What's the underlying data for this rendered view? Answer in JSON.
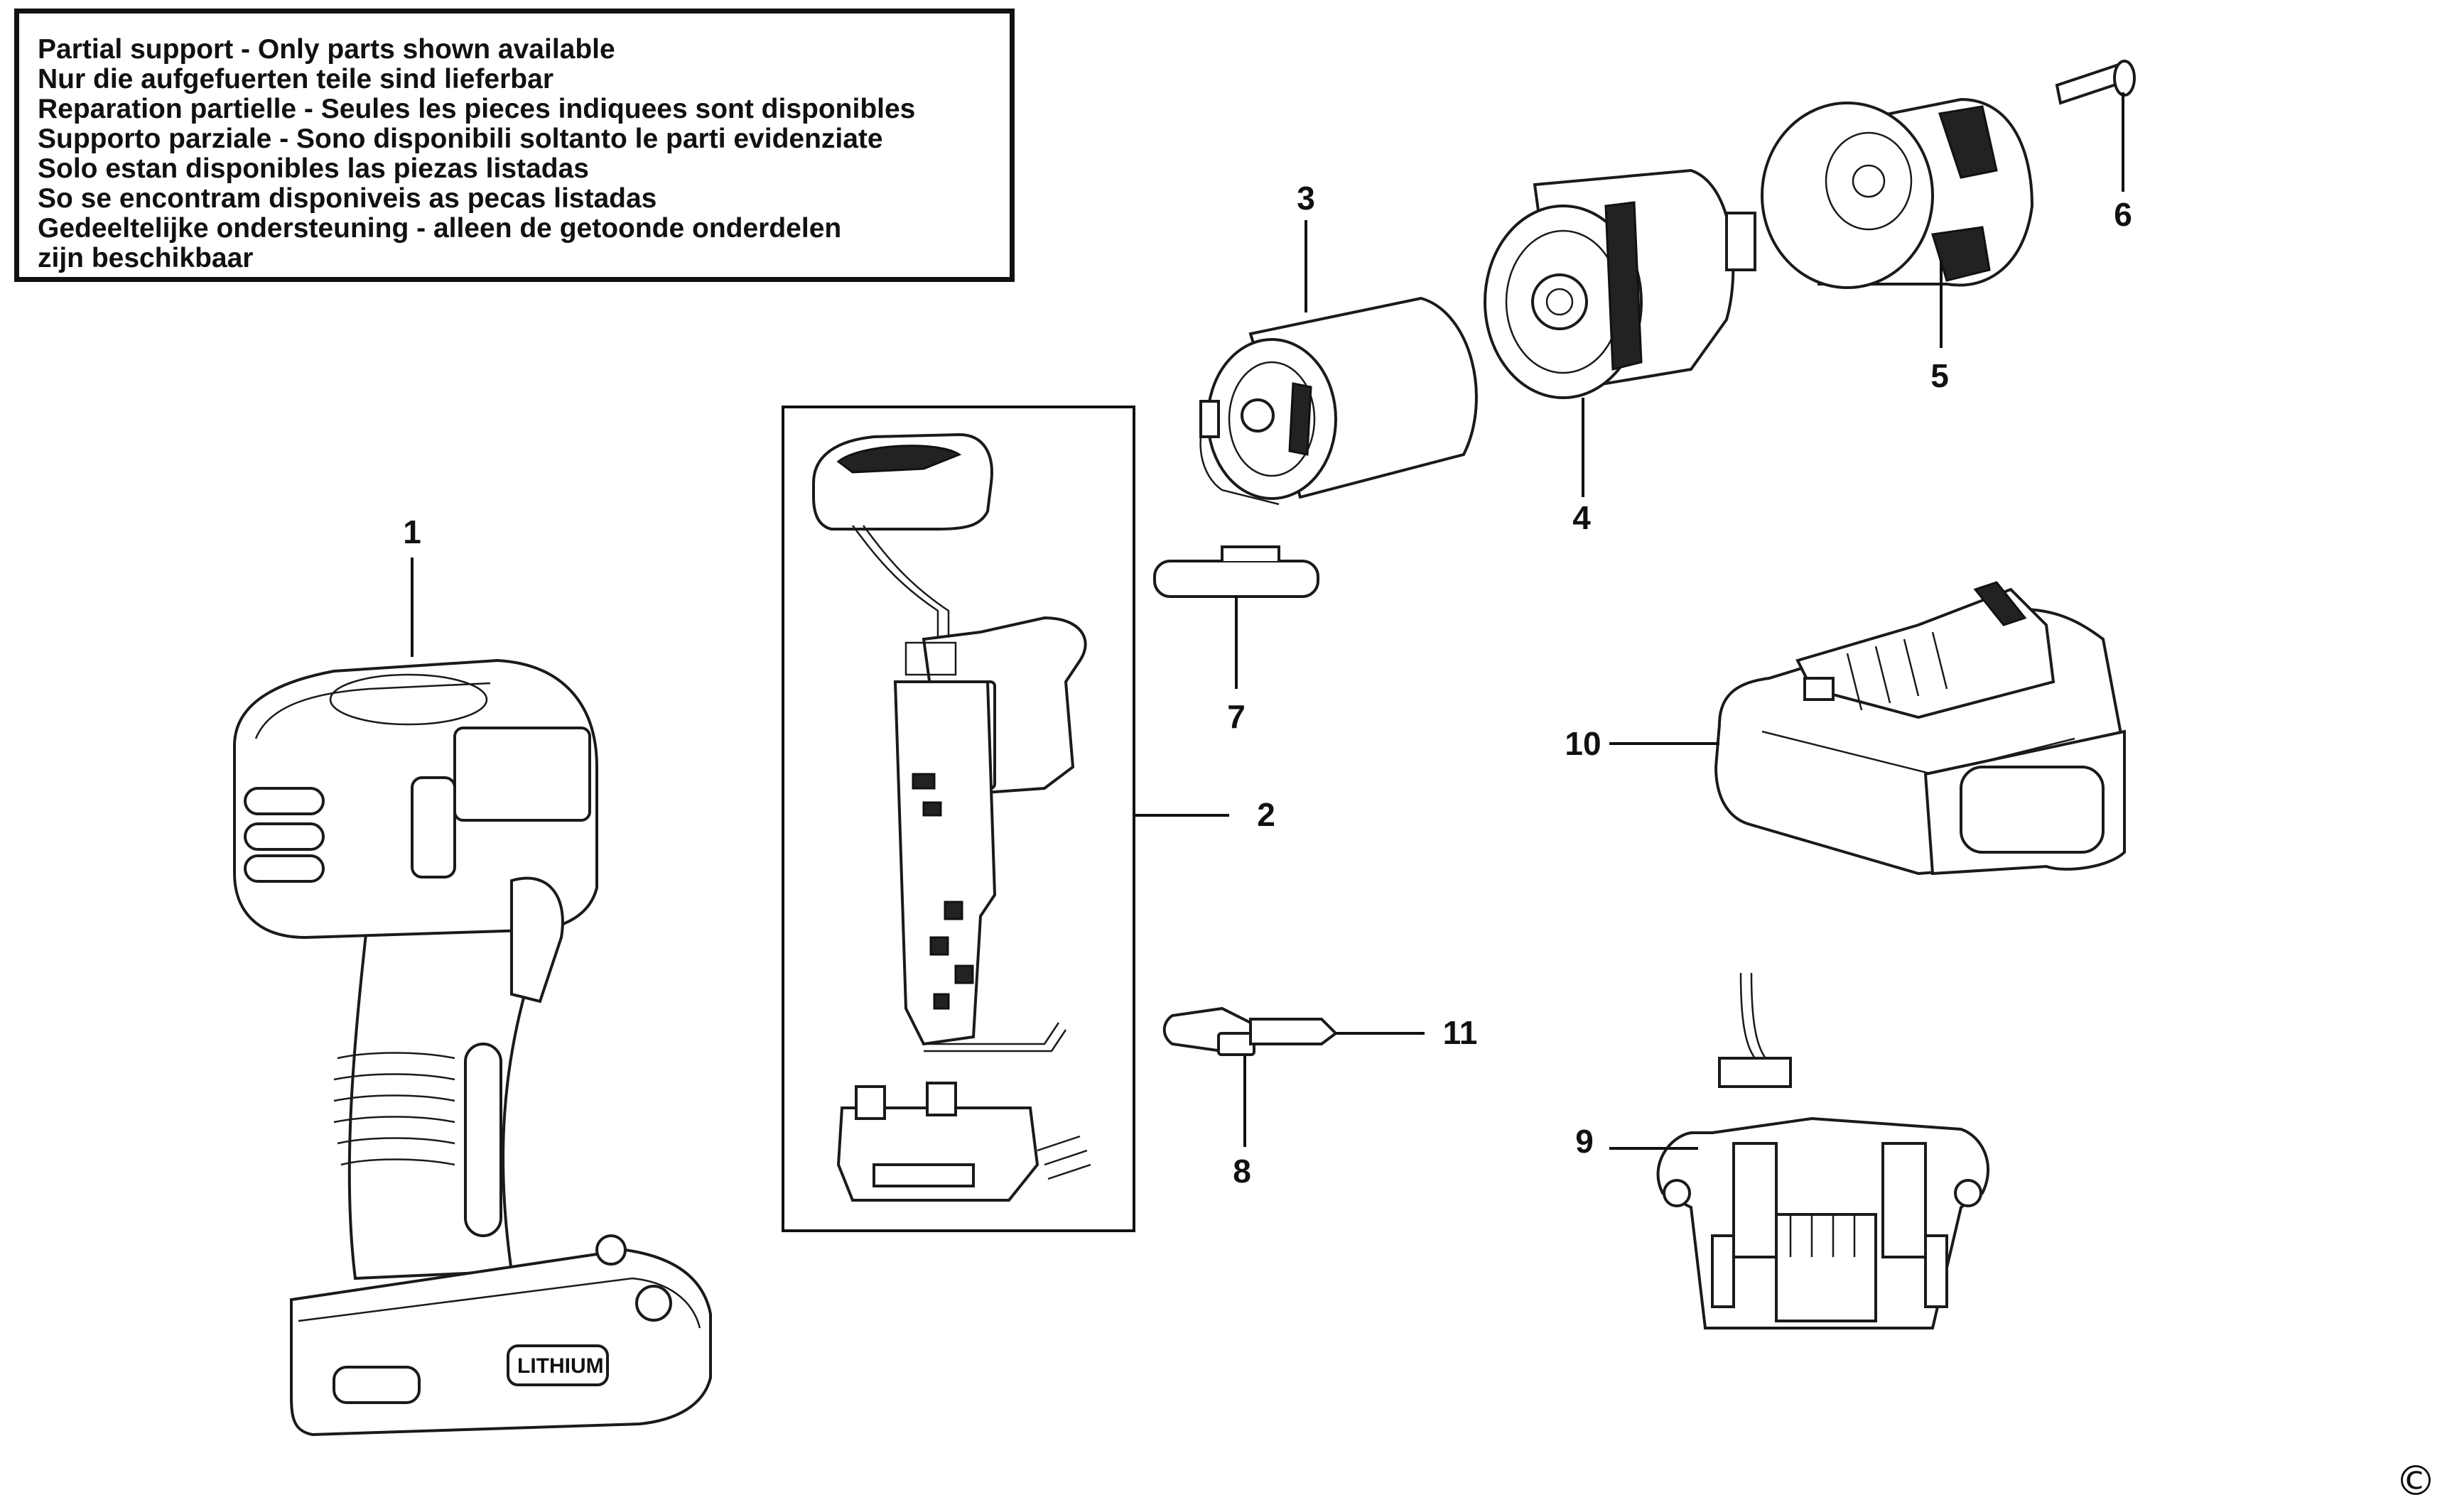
{
  "notice": {
    "lines": [
      "Partial support - Only parts shown available",
      "Nur die aufgefuerten teile sind lieferbar",
      "Reparation partielle - Seules les pieces indiquees sont disponibles",
      "Supporto parziale - Sono disponibili soltanto le parti evidenziate",
      "Solo estan disponibles las piezas listadas",
      "So se encontram disponiveis as pecas listadas",
      "Gedeeltelijke ondersteuning - alleen de getoonde onderdelen",
      "zijn beschikbaar"
    ]
  },
  "parts": {
    "p1": "1",
    "p2": "2",
    "p3": "3",
    "p4": "4",
    "p5": "5",
    "p6": "6",
    "p7": "7",
    "p8": "8",
    "p9": "9",
    "p10": "10",
    "p11": "11"
  },
  "battery_label": "LITHIUM",
  "copyright": "©"
}
